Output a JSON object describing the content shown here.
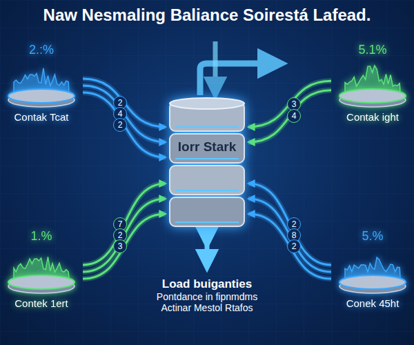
{
  "diagram": {
    "title": "Naw Nesmaling Baliance Soirestá Lafead.",
    "nodes": [
      {
        "text": [
          "2.:%",
          "Contak Tcat"
        ]
      },
      {
        "text": [
          "5.1%",
          "Contak ight"
        ]
      },
      {
        "text": [
          "Iorr Stark"
        ]
      },
      {
        "text": [
          "1.%",
          "Contek 1ert"
        ]
      },
      {
        "text": [
          "5.%",
          "Conek 45ht"
        ]
      }
    ],
    "edges": [
      {
        "from": 0,
        "to": 2,
        "label": "2",
        "arrow": "to"
      },
      {
        "from": 0,
        "to": 2,
        "label": "4",
        "arrow": "to"
      },
      {
        "from": 0,
        "to": 2,
        "label": "2",
        "arrow": "to"
      },
      {
        "from": 1,
        "to": 2,
        "label": "3",
        "arrow": "to"
      },
      {
        "from": 1,
        "to": 2,
        "label": "4",
        "arrow": "to"
      },
      {
        "from": 3,
        "to": 2,
        "label": "7",
        "arrow": "to"
      },
      {
        "from": 3,
        "to": 2,
        "label": "2",
        "arrow": "to"
      },
      {
        "from": 3,
        "to": 2,
        "label": "3",
        "arrow": "to"
      },
      {
        "from": 4,
        "to": 2,
        "label": "2",
        "arrow": "to"
      },
      {
        "from": 4,
        "to": 2,
        "label": "8",
        "arrow": "to"
      },
      {
        "from": 4,
        "to": 2,
        "label": "2",
        "arrow": "to"
      }
    ],
    "labels": [
      "Load buiganties",
      "Pontdance in fipnmdms",
      "Actinar Mestol Rtafos"
    ]
  }
}
